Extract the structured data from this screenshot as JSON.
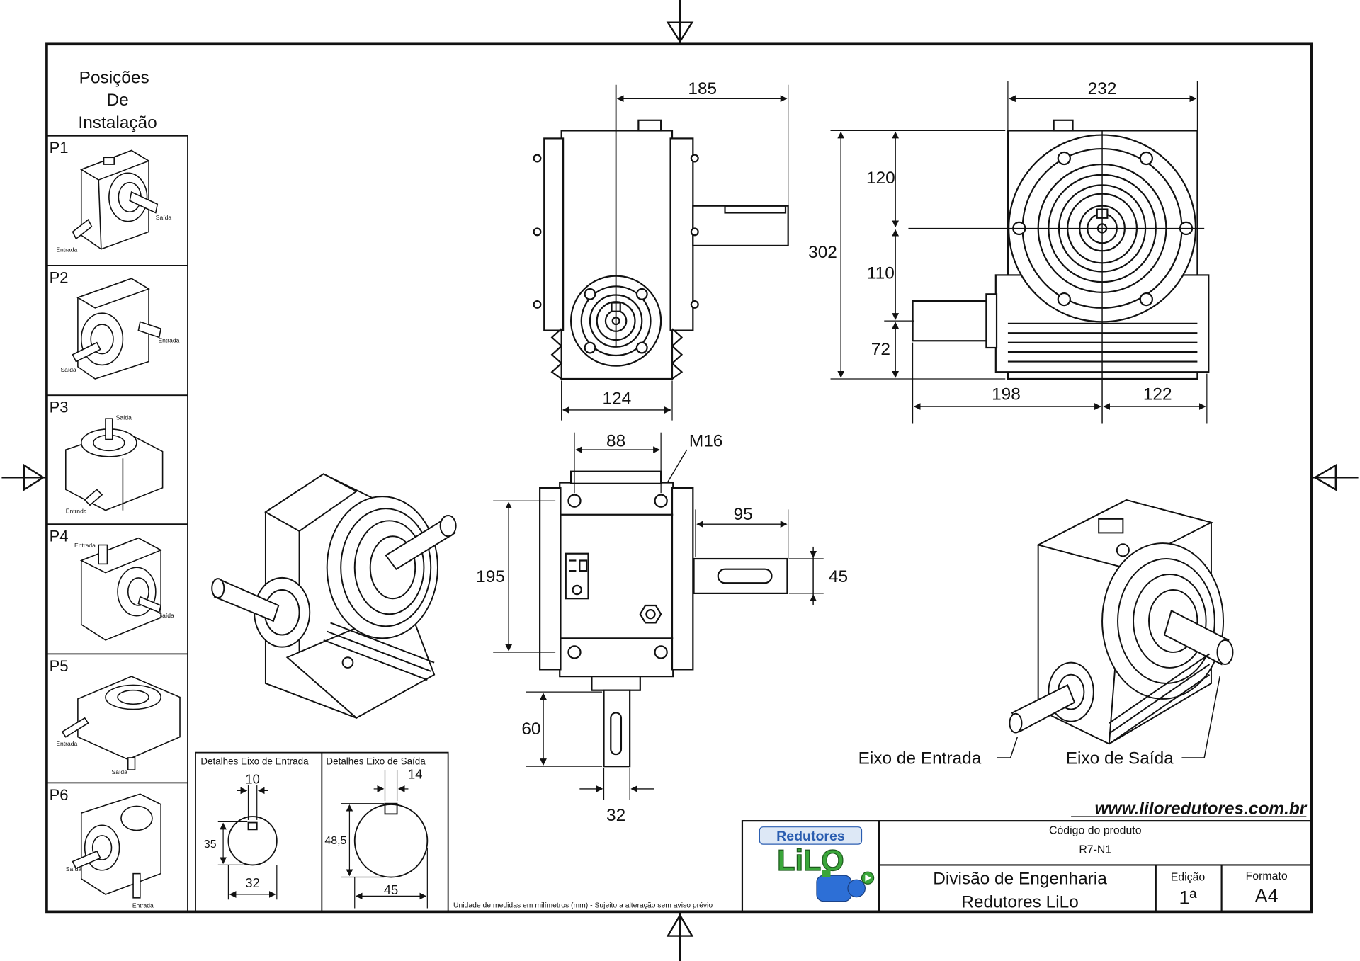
{
  "positions_panel": {
    "title_lines": [
      "Posições",
      "De",
      "Instalação"
    ],
    "items": [
      {
        "label": "P1",
        "callouts": [
          "Saída",
          "Entrada"
        ]
      },
      {
        "label": "P2",
        "callouts": [
          "Entrada",
          "Saída"
        ]
      },
      {
        "label": "P3",
        "callouts": [
          "Saída",
          "Entrada"
        ]
      },
      {
        "label": "P4",
        "callouts": [
          "Entrada",
          "Saída"
        ]
      },
      {
        "label": "P5",
        "callouts": [
          "Entrada",
          "Saída"
        ]
      },
      {
        "label": "P6",
        "callouts": [
          "Saída",
          "Entrada"
        ]
      }
    ]
  },
  "dimensions": {
    "side_view": {
      "top_width": "185",
      "bottom_width": "124"
    },
    "front_view": {
      "top_width": "232",
      "total_height": "302",
      "upper": "120",
      "middle": "110",
      "lower": "72",
      "left_span": "198",
      "right_span": "122"
    },
    "top_view": {
      "bolt_spacing": "88",
      "thread": "M16",
      "height": "195",
      "shaft_length": "95",
      "shaft_dia": "45",
      "input_shaft_length": "60",
      "input_shaft_dia": "32"
    }
  },
  "shaft_details": {
    "input": {
      "title": "Detalhes Eixo de Entrada",
      "key_width": "10",
      "height": "35",
      "diameter": "32"
    },
    "output": {
      "title": "Detalhes Eixo de Saída",
      "key_width": "14",
      "height": "48,5",
      "diameter": "45"
    }
  },
  "iso_labels": {
    "input": "Eixo de Entrada",
    "output": "Eixo de Saída"
  },
  "website": "www.liloredutores.com.br",
  "note": "Unidade de medidas em milímetros (mm) - Sujeito a alteração sem aviso prévio",
  "title_block": {
    "logo_top": "Redutores",
    "logo_bottom": "LiLO",
    "code_label": "Código do produto",
    "code_value": "R7-N1",
    "division_line1": "Divisão de Engenharia",
    "division_line2": "Redutores LiLo",
    "edition_label": "Edição",
    "edition_value": "1ª",
    "format_label": "Formato",
    "format_value": "A4"
  },
  "colors": {
    "ink": "#111111",
    "logo_blue": "#2a5db0",
    "logo_green": "#3aa63a",
    "motor_blue": "#2d6fd6"
  }
}
